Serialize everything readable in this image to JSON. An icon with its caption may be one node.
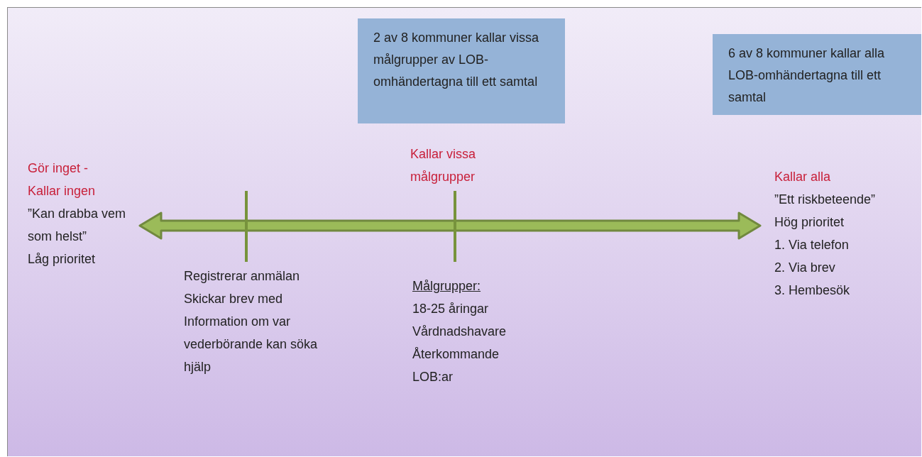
{
  "diagram": {
    "nodes": [
      {
        "text": [
          "2 av 8 kommuner kallar vissa målgrupper av LOB-omhändertagna till ett samtal"
        ]
      },
      {
        "text": [
          "6 av 8 kommuner kallar alla LOB-omhändertagna till ett samtal"
        ]
      }
    ],
    "edges": [],
    "labels": [
      "Kallar vissa målgrupper",
      "Gör inget - Kallar ingen",
      "”Kan drabba vem som helst”",
      "Låg prioritet",
      "Kallar alla",
      "”Ett riskbeteende”",
      "Hög prioritet",
      "1. Via telefon",
      "2. Via brev",
      "3. Hembesök",
      "Registrerar anmälan Skickar brev med Information om var vederbörande kan söka hjälp",
      "Målgrupper:",
      "18-25 åringar",
      "Vårdnadshavare",
      "Återkommande LOB:ar"
    ]
  }
}
